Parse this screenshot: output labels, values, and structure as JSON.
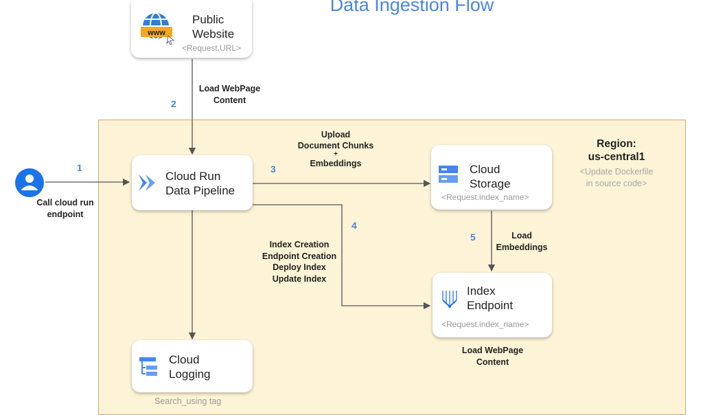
{
  "title": "Data Ingestion Flow",
  "region": {
    "label_line1": "Region:",
    "label_line2": "us-central1",
    "note_line1": "<Update Dockerfile",
    "note_line2": "in source code>"
  },
  "nodes": {
    "public_website": {
      "title_line1": "Public",
      "title_line2": "Website",
      "sub": "<Request.URL>",
      "icon": "globe-www-icon"
    },
    "cloud_run": {
      "title_line1": "Cloud Run",
      "title_line2": "Data Pipeline",
      "icon": "cloud-run-icon"
    },
    "cloud_storage": {
      "title_line1": "Cloud",
      "title_line2": "Storage",
      "sub": "<Request.index_name>",
      "icon": "cloud-storage-icon"
    },
    "index_endpoint": {
      "title_line1": "Index",
      "title_line2": "Endpoint",
      "sub": "<Request.index_name>",
      "icon": "vertex-index-icon"
    },
    "cloud_logging": {
      "title_line1": "Cloud",
      "title_line2": "Logging",
      "sub": "Search_using tag",
      "icon": "cloud-logging-icon"
    },
    "user": {
      "label_line1": "Call cloud run",
      "label_line2": "endpoint",
      "icon": "user-icon"
    }
  },
  "steps": {
    "s1": {
      "num": "1"
    },
    "s2": {
      "num": "2",
      "line1": "Load WebPage",
      "line2": "Content"
    },
    "s3": {
      "num": "3",
      "line1": "Upload",
      "line2": "Document Chunks",
      "line3": "+",
      "line4": "Embeddings"
    },
    "s4": {
      "num": "4",
      "line1": "Index Creation",
      "line2": "Endpoint Creation",
      "line3": "Deploy Index",
      "line4": "Update Index"
    },
    "s5": {
      "num": "5",
      "line1": "Load",
      "line2": "Embeddings"
    }
  },
  "bottom_label": {
    "line1": "Load WebPage",
    "line2": "Content"
  },
  "colors": {
    "accent": "#4a86e0",
    "region_fill": "#fdf3d6",
    "region_border": "#c9a96e"
  }
}
